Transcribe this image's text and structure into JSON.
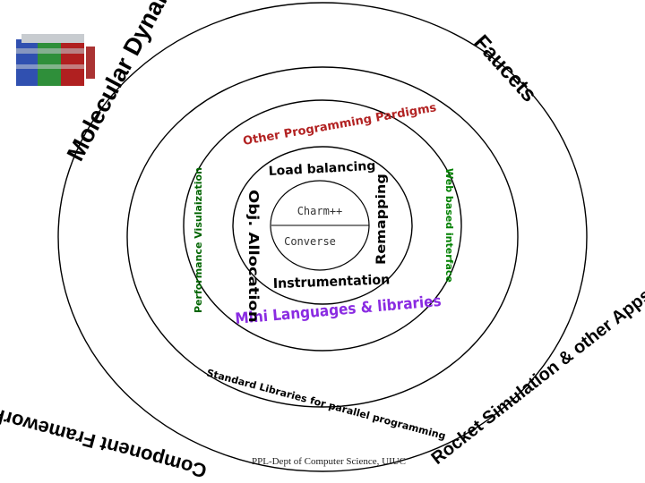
{
  "outer_ring": {
    "molecular_dynamics": "Molecular Dynamics",
    "faucets": "Faucets",
    "component_frameworks": "Component Frameworks",
    "rocket_simulation": "Rocket Simulation & other Apps."
  },
  "middle_ring": {
    "other_paradigms": "Other Programming Pardigms",
    "performance_visualization": "Performance Visulaization",
    "web_interface": "Web based interface",
    "mini_languages": "Mini Languages & libraries",
    "standard_libraries": "Standard Libraries for parallel programming"
  },
  "inner_ring": {
    "load_balancing": "Load balancing",
    "obj_allocation": "Obj. Allocation",
    "remapping": "Remapping",
    "instrumentation": "Instrumentation"
  },
  "core": {
    "top": "Charm++",
    "bottom": "Converse"
  },
  "footer": "PPL-Dept of Computer Science, UIUC",
  "colors": {
    "other_paradigms": "#b22222",
    "performance_visualization": "#006400",
    "web_interface": "#008000",
    "mini_languages": "#8a2be2"
  },
  "icons": [
    "molecule-image"
  ]
}
